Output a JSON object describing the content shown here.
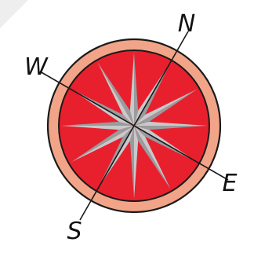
{
  "compass": {
    "labels": {
      "north": "N",
      "east": "E",
      "south": "S",
      "west": "W"
    },
    "rotation_deg": 30,
    "colors": {
      "ring": "#F2A488",
      "face": "#E8202E",
      "outline": "#1A1A1A",
      "ray_light": "#C8C9CB",
      "ray_dark": "#9A9B9D",
      "corner_shade": "#EEEEEE"
    },
    "star_points": 12
  }
}
